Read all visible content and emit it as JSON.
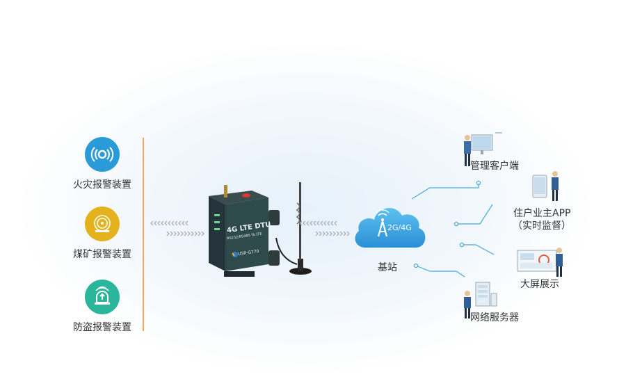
{
  "alarms": [
    {
      "label": "火灾报警装置",
      "icon": "fire-alarm-signal-icon",
      "color": "#2b9ad9"
    },
    {
      "label": "煤矿报警装置",
      "icon": "bell-icon",
      "color": "#e4b21c"
    },
    {
      "label": "防盗报警装置",
      "icon": "siren-icon",
      "color": "#2bb59a"
    }
  ],
  "device": {
    "title": "4G LTE DTU",
    "subtitle": "RS232/RS485 To LTE",
    "model": "USR-G770",
    "color": "#2f4a4a"
  },
  "cloud": {
    "badge": "2G/4G",
    "label": "基站",
    "color": "#3aa7e4"
  },
  "clients": [
    {
      "label": "管理客户端"
    },
    {
      "label": "住户业主APP",
      "sublabel": "（实时监督）"
    },
    {
      "label": "大屏展示"
    },
    {
      "label": "网络服务器"
    }
  ],
  "colors": {
    "accent": "#47a9dc",
    "divider": "#f0a860"
  }
}
